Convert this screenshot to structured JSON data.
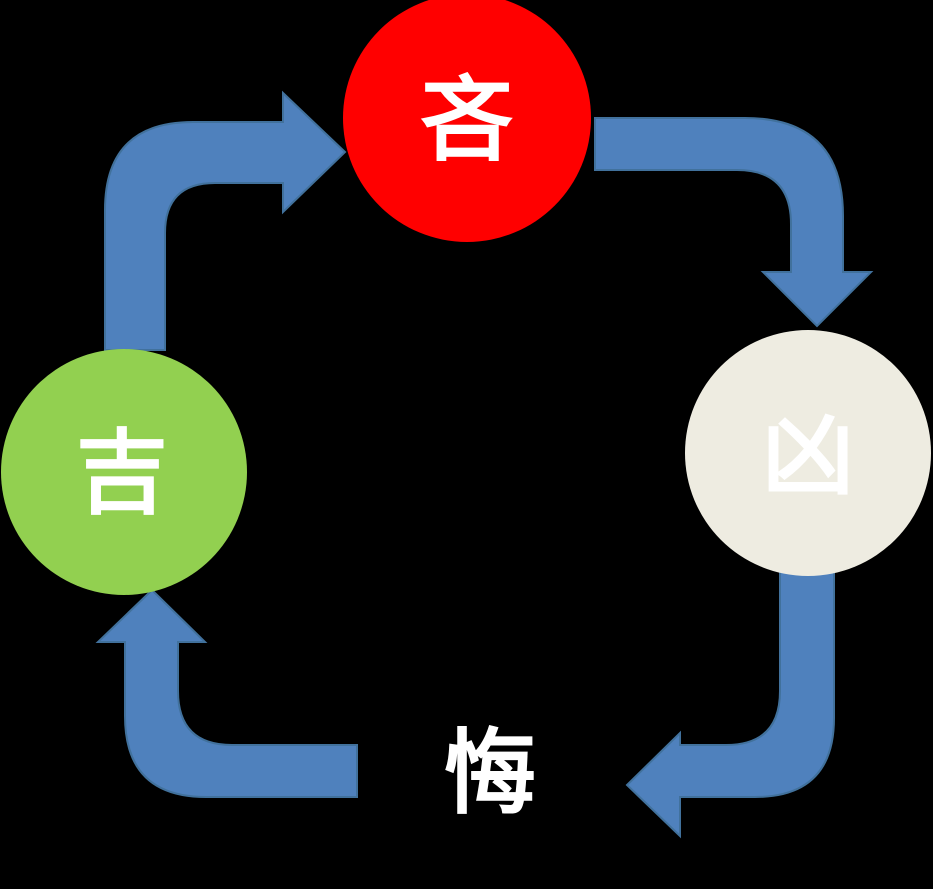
{
  "nodes": [
    {
      "id": "ji",
      "label": "吉",
      "fill": "#92D050",
      "text_color": "#FFFFFF",
      "text_stroke": "none"
    },
    {
      "id": "lin",
      "label": "吝",
      "fill": "#FF0000",
      "text_color": "#FFFFFF",
      "text_stroke": "none"
    },
    {
      "id": "xiong",
      "label": "凶",
      "fill": "#EEECE1",
      "text_color": "#FFFFFF",
      "text_stroke": "none"
    },
    {
      "id": "hui",
      "label": "悔",
      "fill": "none",
      "text_color": "#FFFFFF",
      "text_stroke": "#000000"
    }
  ],
  "colors": {
    "background": "#000000",
    "arrow": "#4F81BD",
    "arrow_edge": "#41719C"
  }
}
